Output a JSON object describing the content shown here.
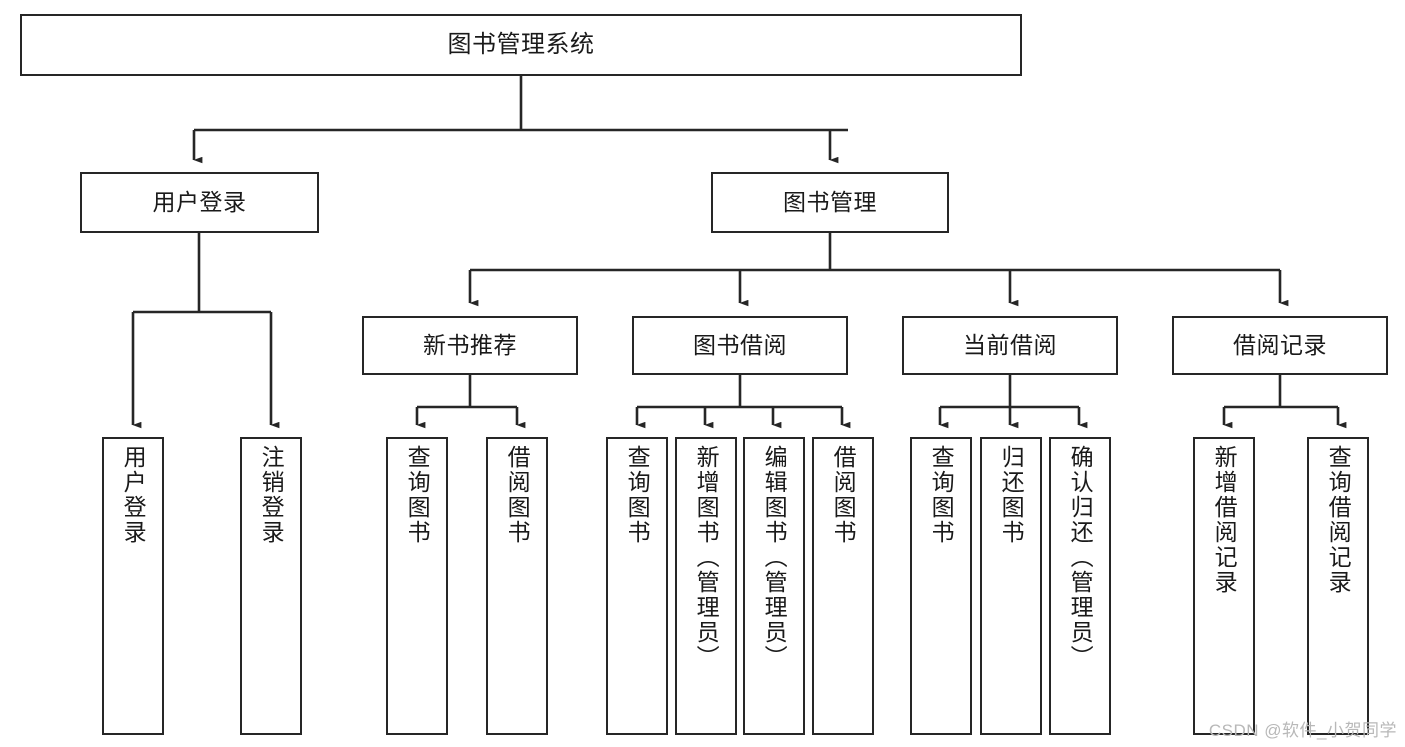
{
  "diagram": {
    "title": "图书管理系统",
    "watermark": "CSDN @软件_小贺同学",
    "line_color": "#262626",
    "background_color": "#ffffff",
    "text_color": "#1a1a1a",
    "watermark_color": "#b8b8b8"
  },
  "nodes": {
    "root": {
      "label": "图书管理系统"
    },
    "level2": [
      {
        "label": "用户登录"
      },
      {
        "label": "图书管理"
      }
    ],
    "level3": [
      {
        "label": "新书推荐"
      },
      {
        "label": "图书借阅"
      },
      {
        "label": "当前借阅"
      },
      {
        "label": "借阅记录"
      }
    ],
    "leaves": [
      {
        "label": "用户登录"
      },
      {
        "label": "注销登录"
      },
      {
        "label": "查询图书"
      },
      {
        "label": "借阅图书"
      },
      {
        "label": "查询图书"
      },
      {
        "label": "新增图书（管理员）"
      },
      {
        "label": "编辑图书（管理员）"
      },
      {
        "label": "借阅图书"
      },
      {
        "label": "查询图书"
      },
      {
        "label": "归还图书"
      },
      {
        "label": "确认归还（管理员）"
      },
      {
        "label": "新增借阅记录"
      },
      {
        "label": "查询借阅记录"
      }
    ]
  }
}
